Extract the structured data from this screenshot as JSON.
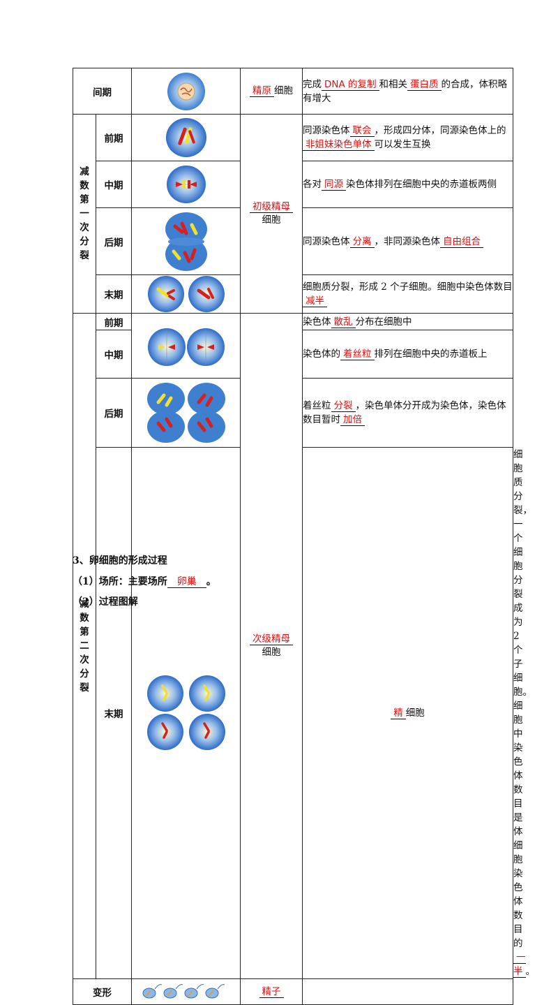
{
  "table": {
    "rows": [
      {
        "stage": "间期",
        "cell_pre": "",
        "cell_blank": "精原",
        "cell_post": "细胞",
        "desc": [
          {
            "t": "完成"
          },
          {
            "b": "DNA 的复制"
          },
          {
            "t": "和相关"
          },
          {
            "b": "蛋白质"
          },
          {
            "t": "的合成，体积略有增大"
          }
        ]
      },
      {
        "group": "减数第一次分裂",
        "stage": "前期",
        "desc": [
          {
            "t": "同源染色体"
          },
          {
            "b": "联会"
          },
          {
            "t": "，形成四分体，同源染色体上的"
          },
          {
            "b": "非姐妹染色单体"
          },
          {
            "t": "可以发生互换"
          }
        ]
      },
      {
        "stage": "中期",
        "desc": [
          {
            "t": "各对"
          },
          {
            "b": "同源"
          },
          {
            "t": "染色体排列在细胞中央的赤道板两侧"
          }
        ]
      },
      {
        "stage": "后期",
        "desc": [
          {
            "t": "同源染色体"
          },
          {
            "b": "分离"
          },
          {
            "t": "，非同源染色体"
          },
          {
            "b": "自由组合"
          }
        ]
      },
      {
        "stage": "末期",
        "desc": [
          {
            "t": "细胞质分裂，形成 2 个子细胞。细胞中染色体数目"
          },
          {
            "b": "减半"
          }
        ]
      },
      {
        "group": "减数第二次分裂",
        "stage": "前期",
        "desc": [
          {
            "t": "染色体"
          },
          {
            "b": "散乱"
          },
          {
            "t": "分布在细胞中"
          }
        ]
      },
      {
        "stage": "中期",
        "desc": [
          {
            "t": "染色体的"
          },
          {
            "b": "着丝粒"
          },
          {
            "t": "排列在细胞中央的赤道板上"
          }
        ]
      },
      {
        "stage": "后期",
        "desc": [
          {
            "t": "着丝粒"
          },
          {
            "b": "分裂"
          },
          {
            "t": "，染色单体分开成为染色体，染色体数目暂时"
          },
          {
            "b": "加倍"
          }
        ]
      },
      {
        "stage": "末期",
        "desc": [
          {
            "t": "细胞质分裂，一个细胞分裂成为 2 个子细胞。细胞中染色体数目是体细胞染色体数目的"
          },
          {
            "b": "一半"
          },
          {
            "t": "。"
          }
        ]
      },
      {
        "stage": "变形",
        "desc": []
      }
    ],
    "cell_labels": {
      "primary": {
        "blank": "初级精母",
        "post": "细胞"
      },
      "secondary": {
        "blank": "次级精母",
        "post": "细胞"
      },
      "sperm_cell": {
        "blank": "精",
        "post": "细胞"
      },
      "sperm": {
        "blank": "精子",
        "post": ""
      }
    },
    "group1_chars": [
      "减",
      "数",
      "第",
      "一",
      "次",
      "分",
      "裂"
    ],
    "group2_chars": [
      "减",
      "数",
      "第",
      "二",
      "次",
      "分",
      "裂"
    ]
  },
  "section3": {
    "heading": "3、卵细胞的形成过程",
    "item1_pre": "（1）场所：主要场所",
    "item1_blank": "卵巢",
    "item1_post": "。",
    "item2": "（2）过程图解"
  },
  "colors": {
    "answer": "#e01010",
    "cell_blue": "#3f7fd0",
    "chromosome_red": "#d42020",
    "chromosome_yellow": "#f0e030"
  }
}
